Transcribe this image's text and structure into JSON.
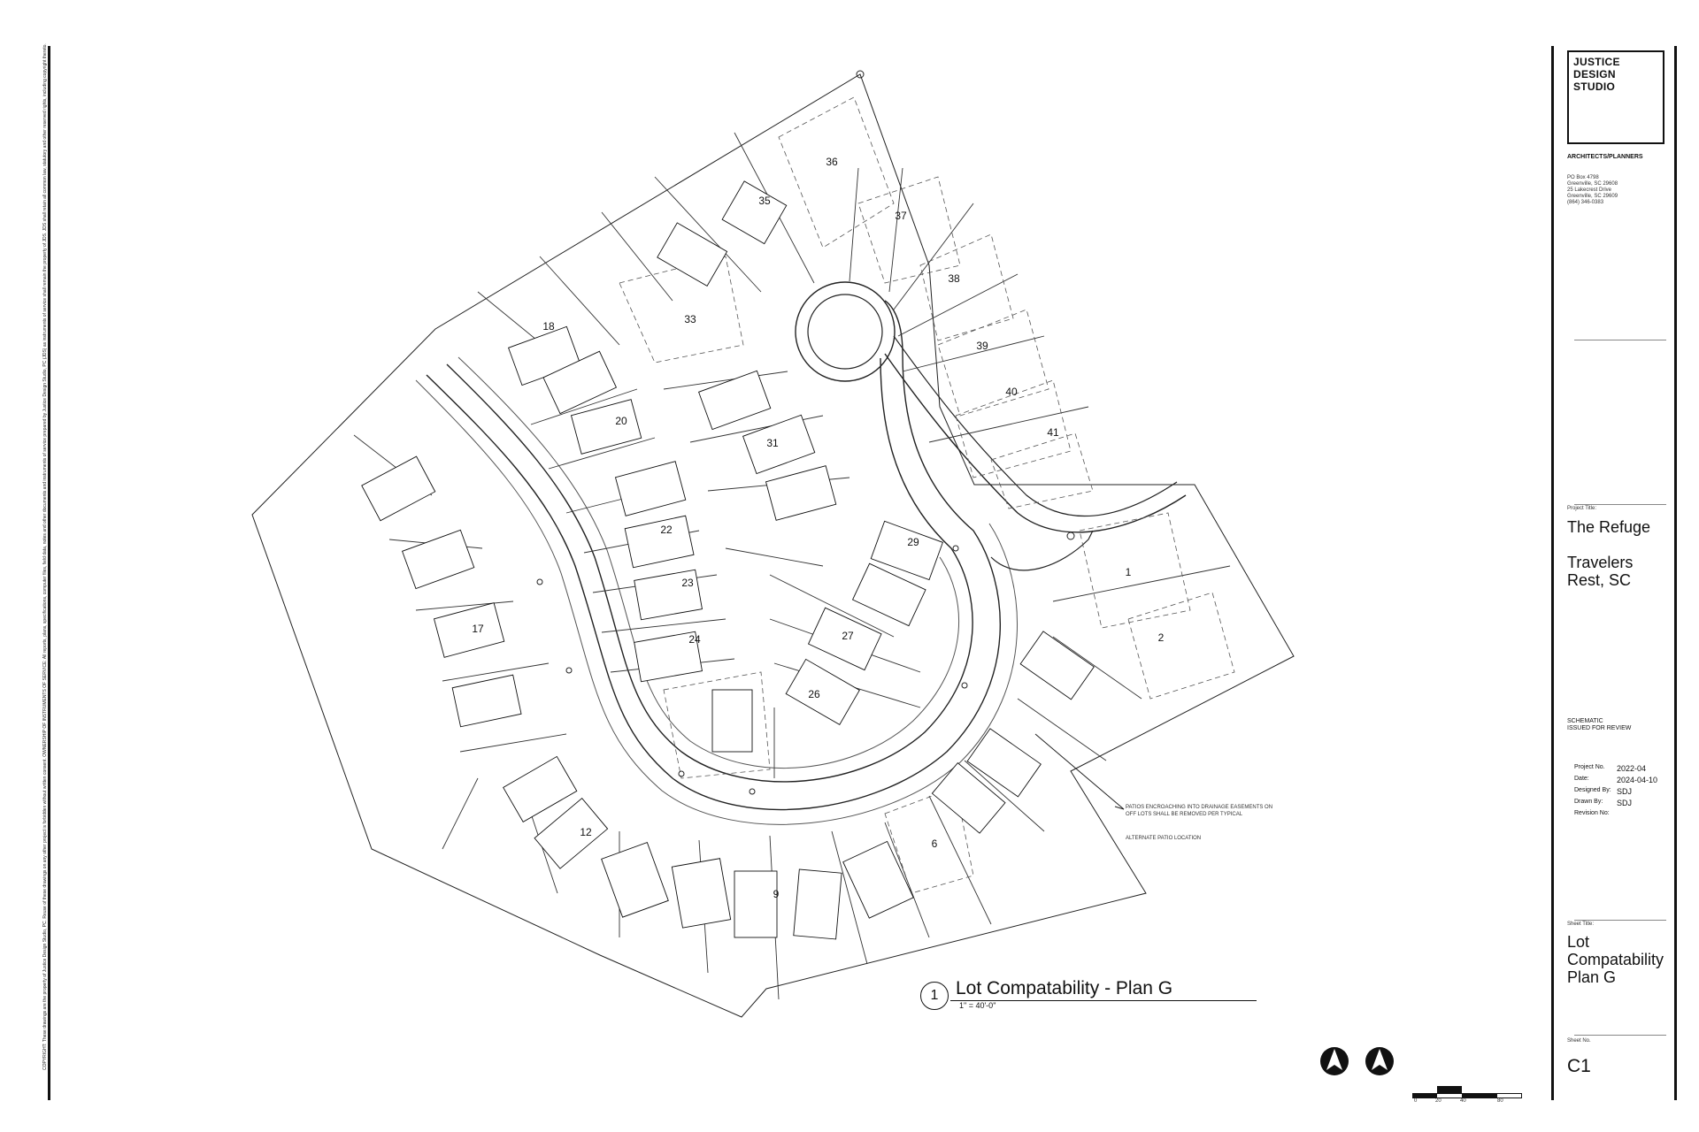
{
  "copyright": "COPYRIGHT: These drawings are the property of Justice Design Studio, PC. Reuse of these drawings on any other project is forbidden without written consent. OWNERSHIP OF INSTRUMENTS OF SERVICE: All reports, plans, specifications, computer files, field data, notes and other documents and instruments of service prepared by Justice Design Studio, PC (JDS) as instruments of service shall remain the property of JDS. JDS shall retain all common law, statutory and other reserved rights, including copyright thereto.",
  "firm": {
    "name_line1": "JUSTICE",
    "name_line2": "DESIGN",
    "name_line3": "STUDIO",
    "tagline": "ARCHITECTS/PLANNERS",
    "address1": "PO Box 4798",
    "address2": "Greenville, SC 29608",
    "address3": "25 Lakecrest Drive",
    "address4": "Greenville, SC 29609",
    "phone": "(864) 346-0383"
  },
  "project": {
    "title_label": "Project Title:",
    "name": "The Refuge",
    "location_line1": "Travelers",
    "location_line2": "Rest, SC"
  },
  "status": {
    "line1": "SCHEMATIC",
    "line2": "ISSUED FOR REVIEW"
  },
  "meta": [
    {
      "label": "Project No.",
      "value": "2022-04"
    },
    {
      "label": "Date:",
      "value": "2024-04-10"
    },
    {
      "label": "Designed By:",
      "value": "SDJ"
    },
    {
      "label": "Drawn By:",
      "value": "SDJ"
    },
    {
      "label": "Revision No:",
      "value": ""
    }
  ],
  "sheet": {
    "title_label": "Sheet Title:",
    "title_line1": "Lot",
    "title_line2": "Compatability",
    "title_line3": "Plan G",
    "number_label": "Sheet No.",
    "number": "C1"
  },
  "drawing": {
    "number": "1",
    "title": "Lot Compatability - Plan G",
    "scale": "1\" = 40'-0\""
  },
  "notes": {
    "patio_easement": "PATIOS ENCROACHING INTO DRAINAGE EASEMENTS ON OFF LOTS SHALL BE REMOVED PER TYPICAL",
    "alt_patio": "ALTERNATE PATIO LOCATION"
  },
  "scale_bar": [
    "0",
    "20",
    "40",
    "80"
  ],
  "lots": [
    {
      "n": "1"
    },
    {
      "n": "2"
    },
    {
      "n": "6"
    },
    {
      "n": "9"
    },
    {
      "n": "12"
    },
    {
      "n": "17"
    },
    {
      "n": "18"
    },
    {
      "n": "20"
    },
    {
      "n": "22"
    },
    {
      "n": "23"
    },
    {
      "n": "24"
    },
    {
      "n": "26"
    },
    {
      "n": "27"
    },
    {
      "n": "29"
    },
    {
      "n": "31"
    },
    {
      "n": "33"
    },
    {
      "n": "35"
    },
    {
      "n": "36"
    },
    {
      "n": "37"
    },
    {
      "n": "38"
    },
    {
      "n": "39"
    },
    {
      "n": "40"
    },
    {
      "n": "41"
    }
  ]
}
